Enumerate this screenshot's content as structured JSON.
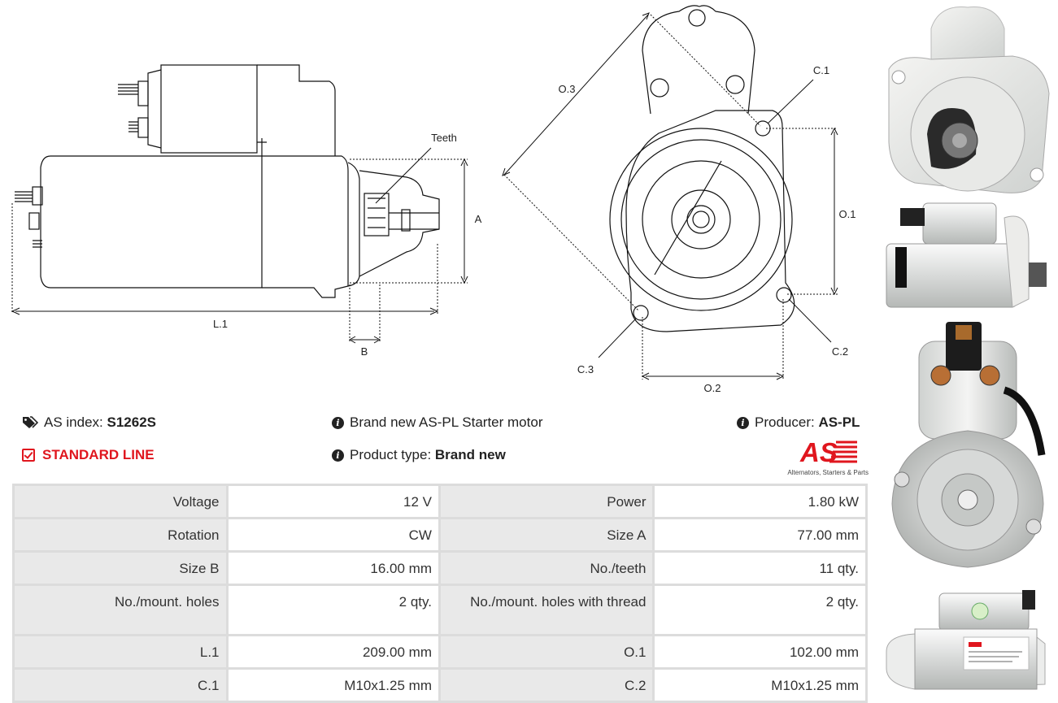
{
  "diagram": {
    "labels": {
      "teeth": "Teeth",
      "a": "A",
      "b": "B",
      "l1": "L.1",
      "o1": "O.1",
      "o2": "O.2",
      "o3": "O.3",
      "c1": "C.1",
      "c2": "C.2",
      "c3": "C.3"
    }
  },
  "info": {
    "as_index_label": "AS index:",
    "as_index_value": "S1262S",
    "line_label": "STANDARD LINE",
    "description": "Brand new AS-PL Starter motor",
    "product_type_label": "Product type:",
    "product_type_value": "Brand new",
    "producer_label": "Producer:",
    "producer_value": "AS-PL"
  },
  "logo": {
    "mark": "AS",
    "tagline": "Alternators, Starters & Parts",
    "color": "#e0161e"
  },
  "specs": [
    [
      {
        "label": "Voltage",
        "value": "12 V"
      },
      {
        "label": "Power",
        "value": "1.80 kW"
      }
    ],
    [
      {
        "label": "Rotation",
        "value": "CW"
      },
      {
        "label": "Size A",
        "value": "77.00 mm"
      }
    ],
    [
      {
        "label": "Size B",
        "value": "16.00 mm"
      },
      {
        "label": "No./teeth",
        "value": "11 qty."
      }
    ],
    [
      {
        "label": "No./mount. holes",
        "value": "2 qty."
      },
      {
        "label": "No./mount. holes with thread",
        "value": "2 qty."
      }
    ],
    [
      {
        "label": "L.1",
        "value": "209.00 mm"
      },
      {
        "label": "O.1",
        "value": "102.00 mm"
      }
    ],
    [
      {
        "label": "C.1",
        "value": "M10x1.25 mm"
      },
      {
        "label": "C.2",
        "value": "M10x1.25 mm"
      }
    ]
  ],
  "colors": {
    "accent": "#e0161e",
    "table_border": "#dcdcdc",
    "label_bg": "#e9e9e9"
  }
}
